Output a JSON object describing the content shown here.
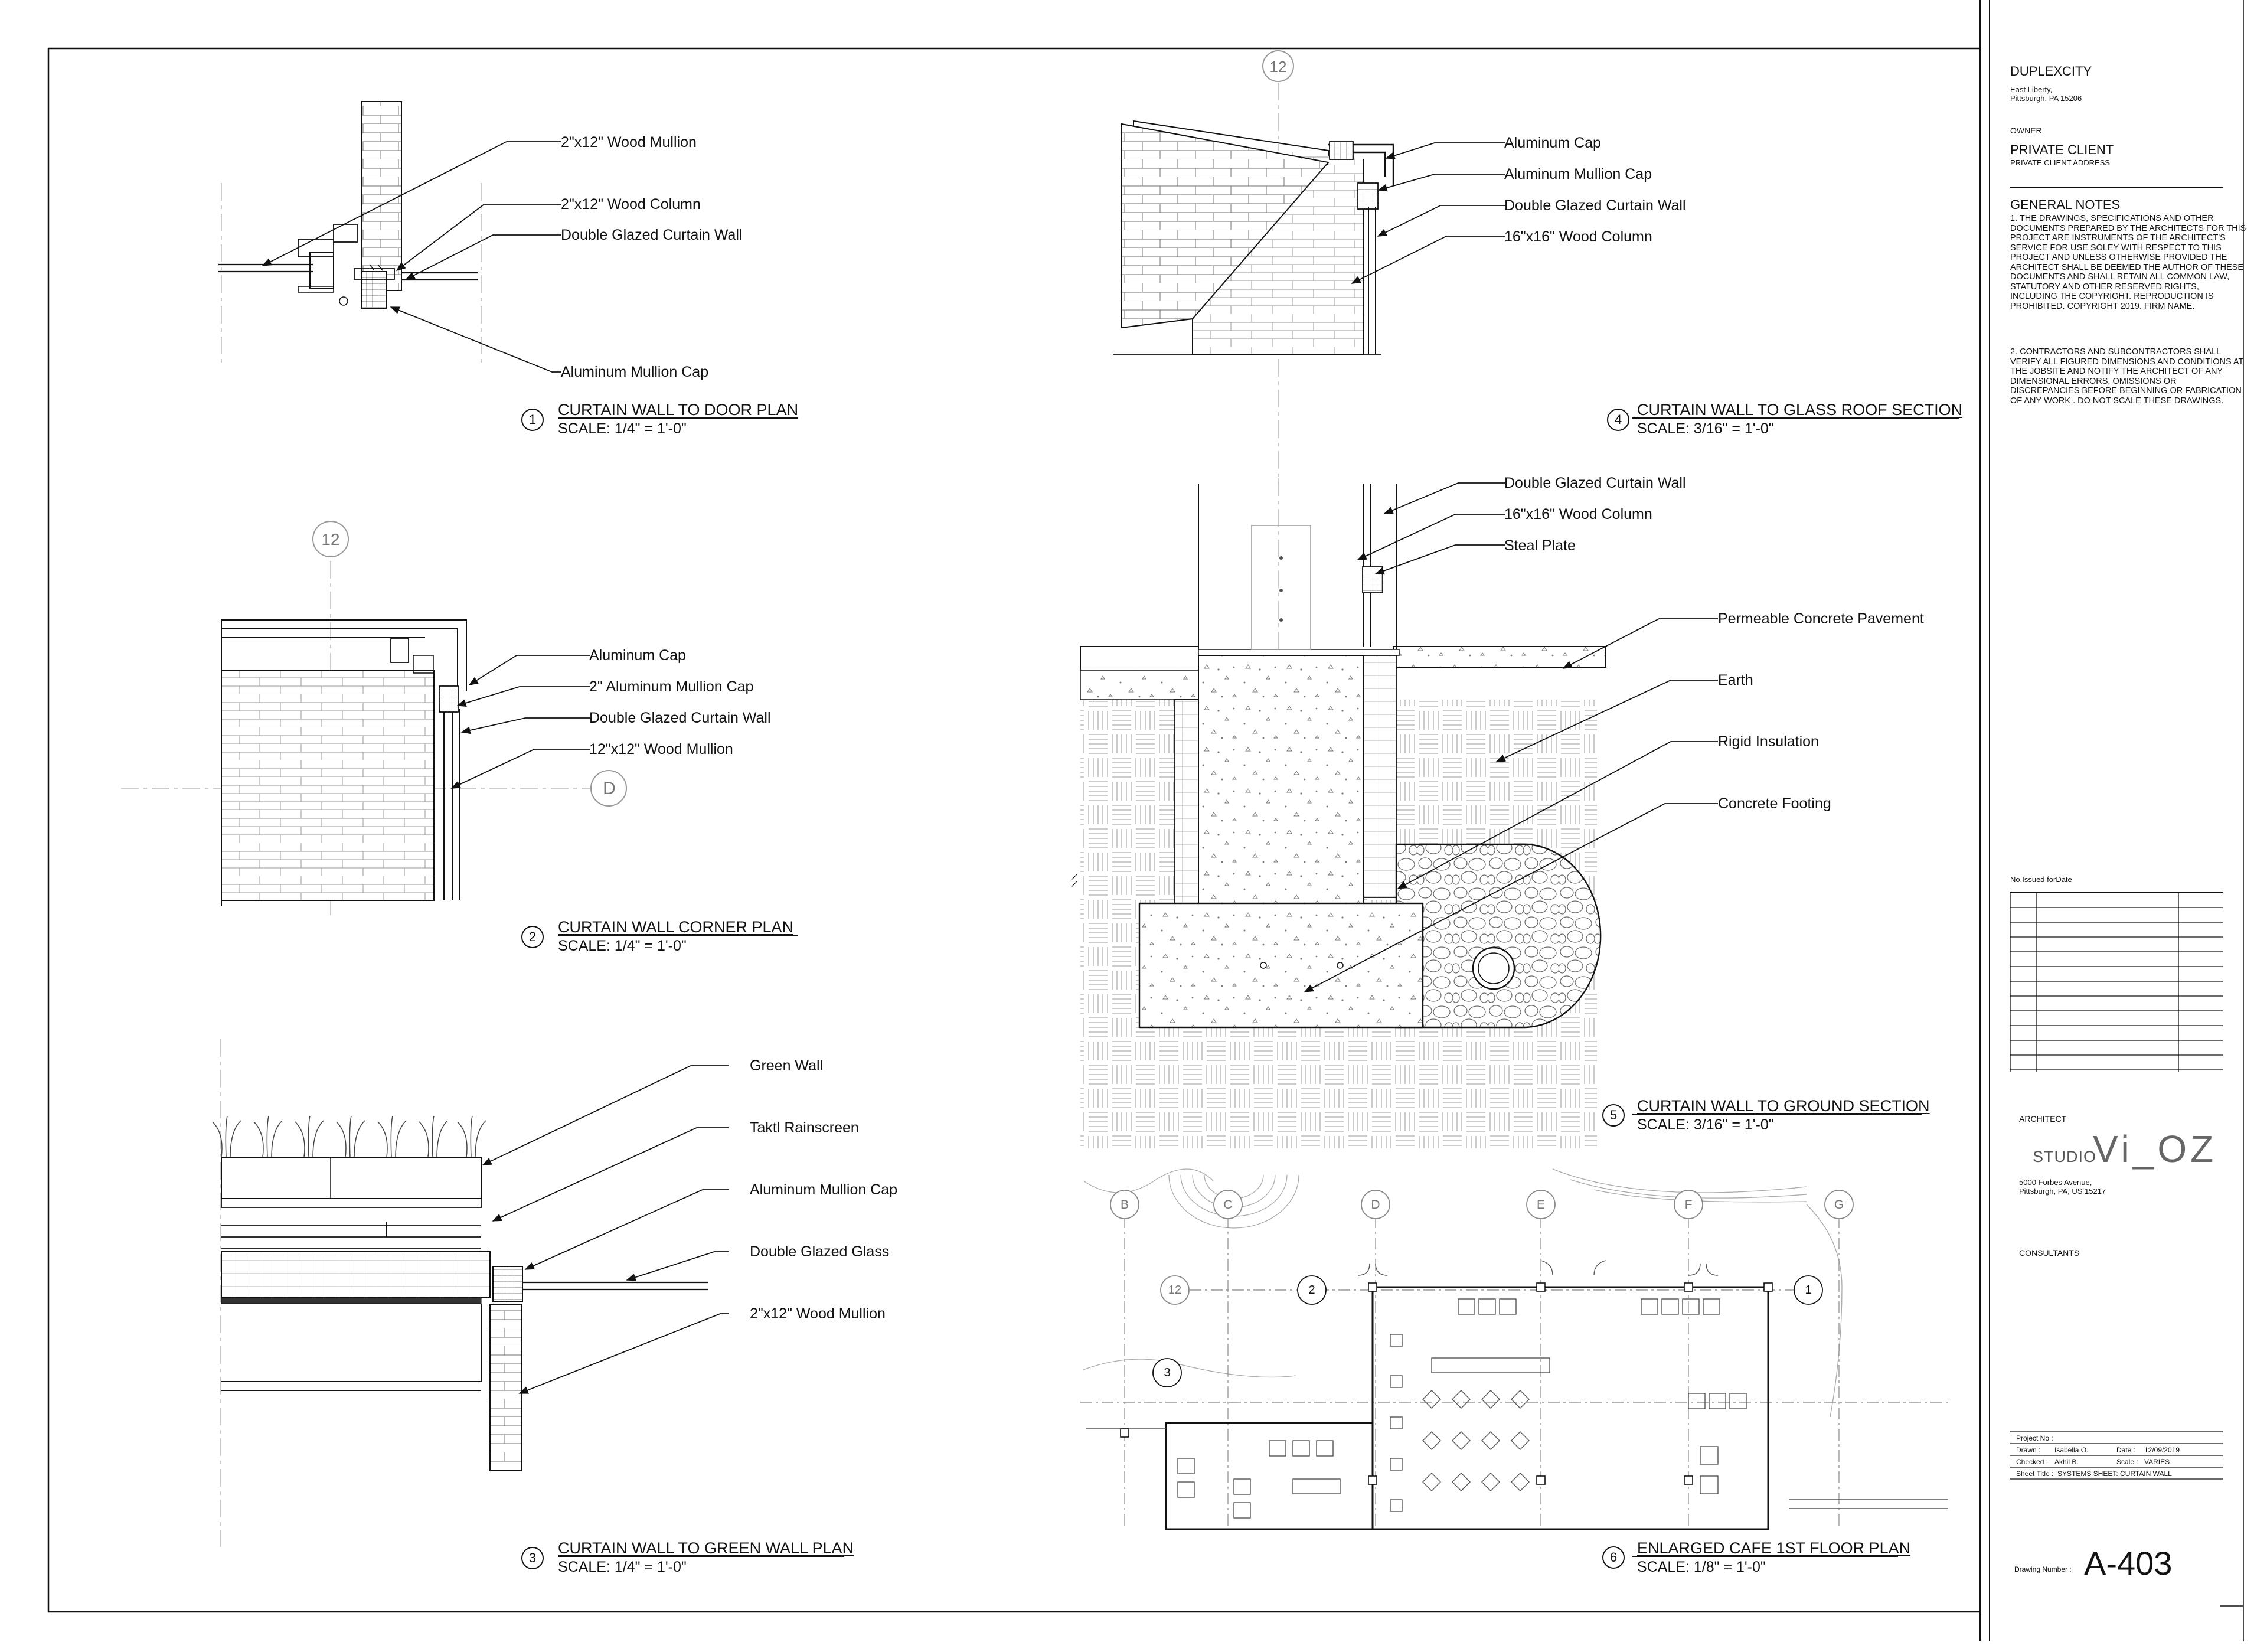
{
  "project": {
    "name": "DUPLEXCITY",
    "address": [
      "East Liberty,",
      "Pittsburgh, PA 15206"
    ]
  },
  "owner": {
    "heading": "OWNER",
    "name": "PRIVATE CLIENT",
    "address": "PRIVATE CLIENT ADDRESS"
  },
  "general_notes": {
    "heading": "GENERAL NOTES",
    "note1": "1. THE DRAWINGS, SPECIFICATIONS AND OTHER DOCUMENTS PREPARED BY THE ARCHITECTS FOR THIS PROJECT ARE INSTRUMENTS OF THE ARCHITECT'S SERVICE FOR USE SOLEY WITH RESPECT TO THIS PROJECT AND UNLESS OTHERWISE PROVIDED THE ARCHITECT SHALL BE DEEMED THE AUTHOR OF THESE DOCUMENTS AND SHALL RETAIN ALL COMMON LAW, STATUTORY AND OTHER RESERVED RIGHTS, INCLUDING THE COPYRIGHT. REPRODUCTION IS PROHIBITED. COPYRIGHT 2019. FIRM NAME.",
    "note2": "2. CONTRACTORS AND SUBCONTRACTORS SHALL VERIFY ALL FIGURED DIMENSIONS AND CONDITIONS AT THE JOBSITE AND NOTIFY THE ARCHITECT OF ANY DIMENSIONAL ERRORS, OMISSIONS OR DISCREPANCIES BEFORE BEGINNING OR FABRICATION OF ANY WORK . DO NOT SCALE THESE DRAWINGS."
  },
  "issue_table": {
    "header": "No.Issued forDate",
    "row_count": 12
  },
  "architect": {
    "heading": "ARCHITECT",
    "studio_prefix": "STUDIO",
    "studio_name": "Vi_OZ",
    "address": [
      "5000 Forbes Avenue,",
      "Pittsburgh, PA, US 15217"
    ]
  },
  "consultants": {
    "heading": "CONSULTANTS"
  },
  "title_block": {
    "project_no_label": "Project No :",
    "drawn_label": "Drawn :",
    "drawn_value": "Isabella O.",
    "date_label": "Date :",
    "date_value": "12/09/2019",
    "checked_label": "Checked :",
    "checked_value": "Akhil B.",
    "scale_label": "Scale :",
    "scale_value": "VARIES",
    "sheet_title_label": "Sheet Title :",
    "sheet_title_value": "SYSTEMS SHEET: CURTAIN WALL",
    "drawing_number_label": "Drawing Number :",
    "drawing_number_value": "A-403"
  },
  "details": {
    "d1": {
      "number": "1",
      "title": "CURTAIN WALL TO DOOR PLAN",
      "scale": "SCALE: 1/4\" = 1'-0\"",
      "callouts": [
        "2\"x12\" Wood Mullion",
        "2\"x12\" Wood Column",
        "Double Glazed Curtain Wall",
        "Aluminum Mullion Cap"
      ]
    },
    "d2": {
      "number": "2",
      "title": "CURTAIN WALL CORNER PLAN",
      "scale": "SCALE: 1/4\" = 1'-0\"",
      "grid_a": "12",
      "grid_b": "D",
      "callouts": [
        "Aluminum Cap",
        "2\" Aluminum Mullion Cap",
        "Double Glazed Curtain Wall",
        "12\"x12\" Wood Mullion"
      ]
    },
    "d3": {
      "number": "3",
      "title": "CURTAIN WALL TO GREEN WALL PLAN",
      "scale": "SCALE: 1/4\" = 1'-0\"",
      "callouts": [
        "Green Wall",
        "Taktl Rainscreen",
        "Aluminum Mullion Cap",
        "Double Glazed Glass",
        "2\"x12\" Wood Mullion"
      ]
    },
    "d4": {
      "number": "4",
      "title": "CURTAIN WALL TO GLASS ROOF SECTION",
      "scale": "SCALE: 3/16\" = 1'-0\"",
      "grid": "12",
      "callouts": [
        "Aluminum Cap",
        "Aluminum Mullion Cap",
        "Double Glazed Curtain Wall",
        "16\"x16\" Wood Column"
      ]
    },
    "d5": {
      "number": "5",
      "title": "CURTAIN WALL TO GROUND SECTION",
      "scale": "SCALE: 3/16\" = 1'-0\"",
      "callouts": [
        "Double Glazed Curtain Wall",
        "16\"x16\" Wood Column",
        "Steal Plate",
        "Permeable Concrete Pavement",
        "Earth",
        "Rigid Insulation",
        "Concrete Footing"
      ]
    },
    "d6": {
      "number": "6",
      "title": "ENLARGED CAFE 1ST FLOOR PLAN",
      "scale": "SCALE: 1/8\" = 1'-0\"",
      "grid_letters": [
        "B",
        "C",
        "D",
        "E",
        "F",
        "G"
      ],
      "grid_numbers": [
        "12",
        "2",
        "1",
        "3"
      ]
    }
  }
}
